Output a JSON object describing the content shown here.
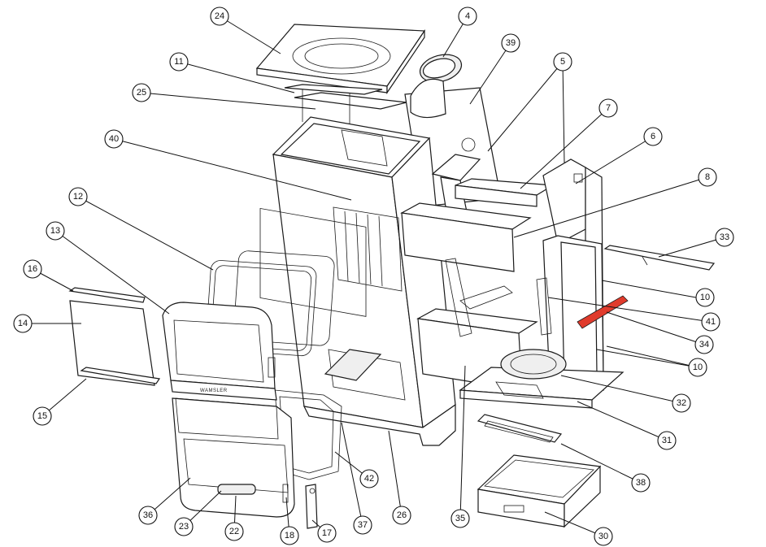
{
  "diagram": {
    "brand_label": "WAMSLER",
    "highlight_color": "#e03b2c",
    "callouts": [
      "24",
      "4",
      "39",
      "11",
      "25",
      "5",
      "7",
      "40",
      "6",
      "8",
      "12",
      "33",
      "13",
      "16",
      "10",
      "14",
      "41",
      "34",
      "10",
      "15",
      "32",
      "31",
      "42",
      "38",
      "36",
      "23",
      "22",
      "18",
      "17",
      "37",
      "26",
      "35",
      "30"
    ]
  }
}
